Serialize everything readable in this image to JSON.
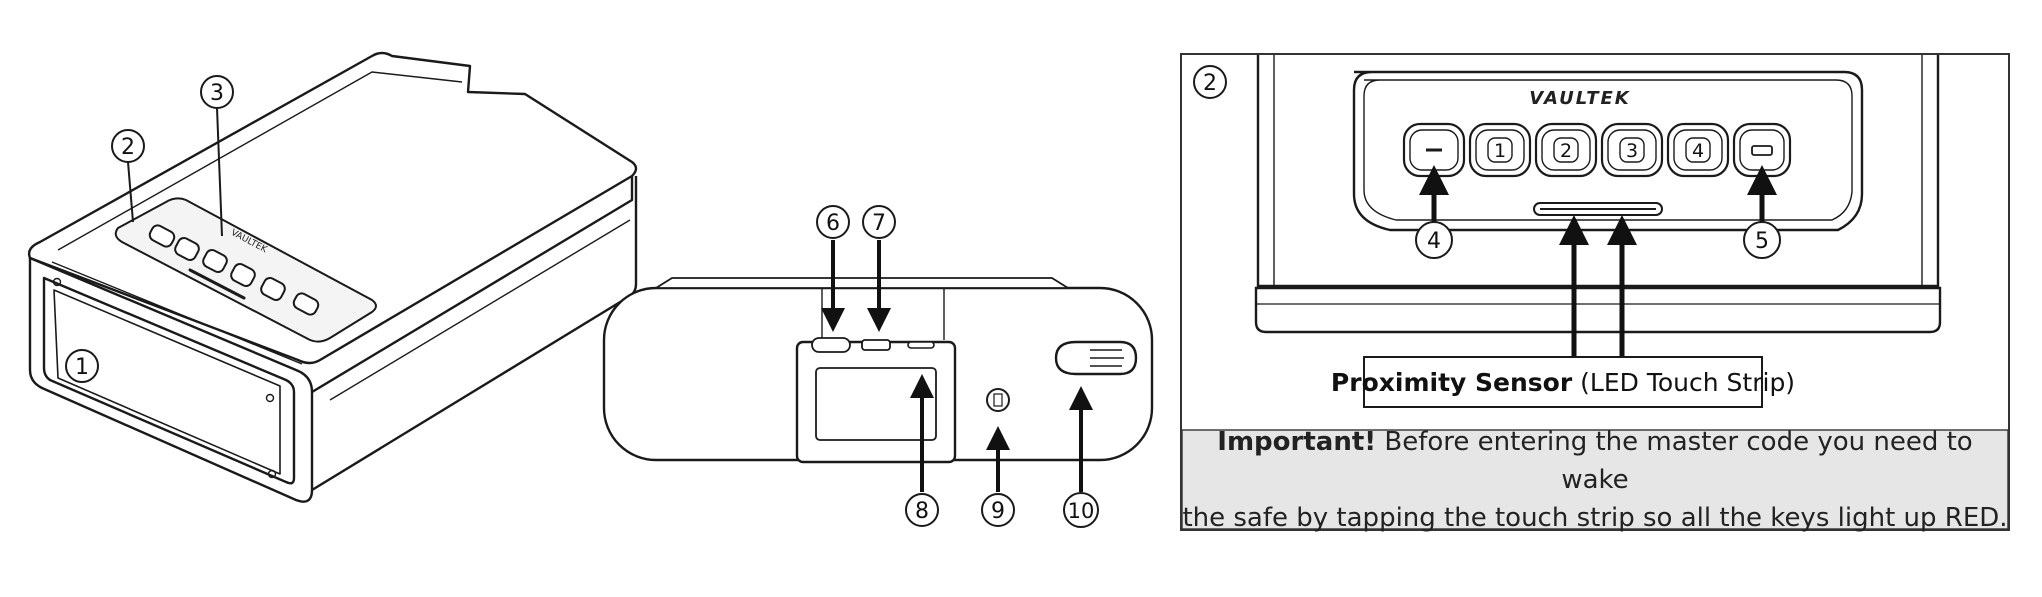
{
  "callouts": {
    "c1": "1",
    "c2": "2",
    "c3": "3",
    "c4": "4",
    "c5": "5",
    "c6": "6",
    "c7": "7",
    "c8": "8",
    "c9": "9",
    "c10": "10",
    "panel_number": "2"
  },
  "keypad": {
    "brand": "VAULTEK",
    "keys": [
      "1",
      "2",
      "3",
      "4"
    ]
  },
  "proximity_label": {
    "bold": "Proximity Sensor",
    "rest": "(LED Touch Strip)"
  },
  "important_note": {
    "bold": "Important!",
    "line1_rest": "Before entering the master code you need to wake",
    "line2": "the safe by tapping the touch strip so all the keys light up RED."
  },
  "colors": {
    "outline": "#1a1a1a",
    "note_background": "#e6e6e6",
    "panel_border": "#333333"
  }
}
